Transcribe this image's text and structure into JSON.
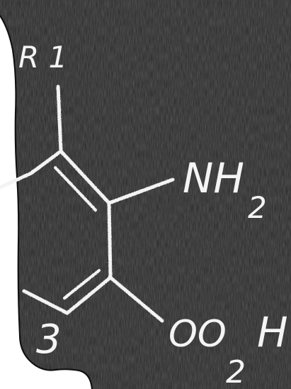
{
  "image": {
    "colors": {
      "board": "#2c2c2c",
      "board_dark": "#1f1f1f",
      "chalk": "#f3f3f3",
      "outline": "#111111",
      "background": "#ffffff"
    },
    "labels": {
      "r1": "R 1",
      "nh": "NH",
      "nh_sub": "2",
      "num3": "3",
      "co2h_main": "OO",
      "co2h_sub": "2",
      "co2h_tail": "H"
    }
  }
}
